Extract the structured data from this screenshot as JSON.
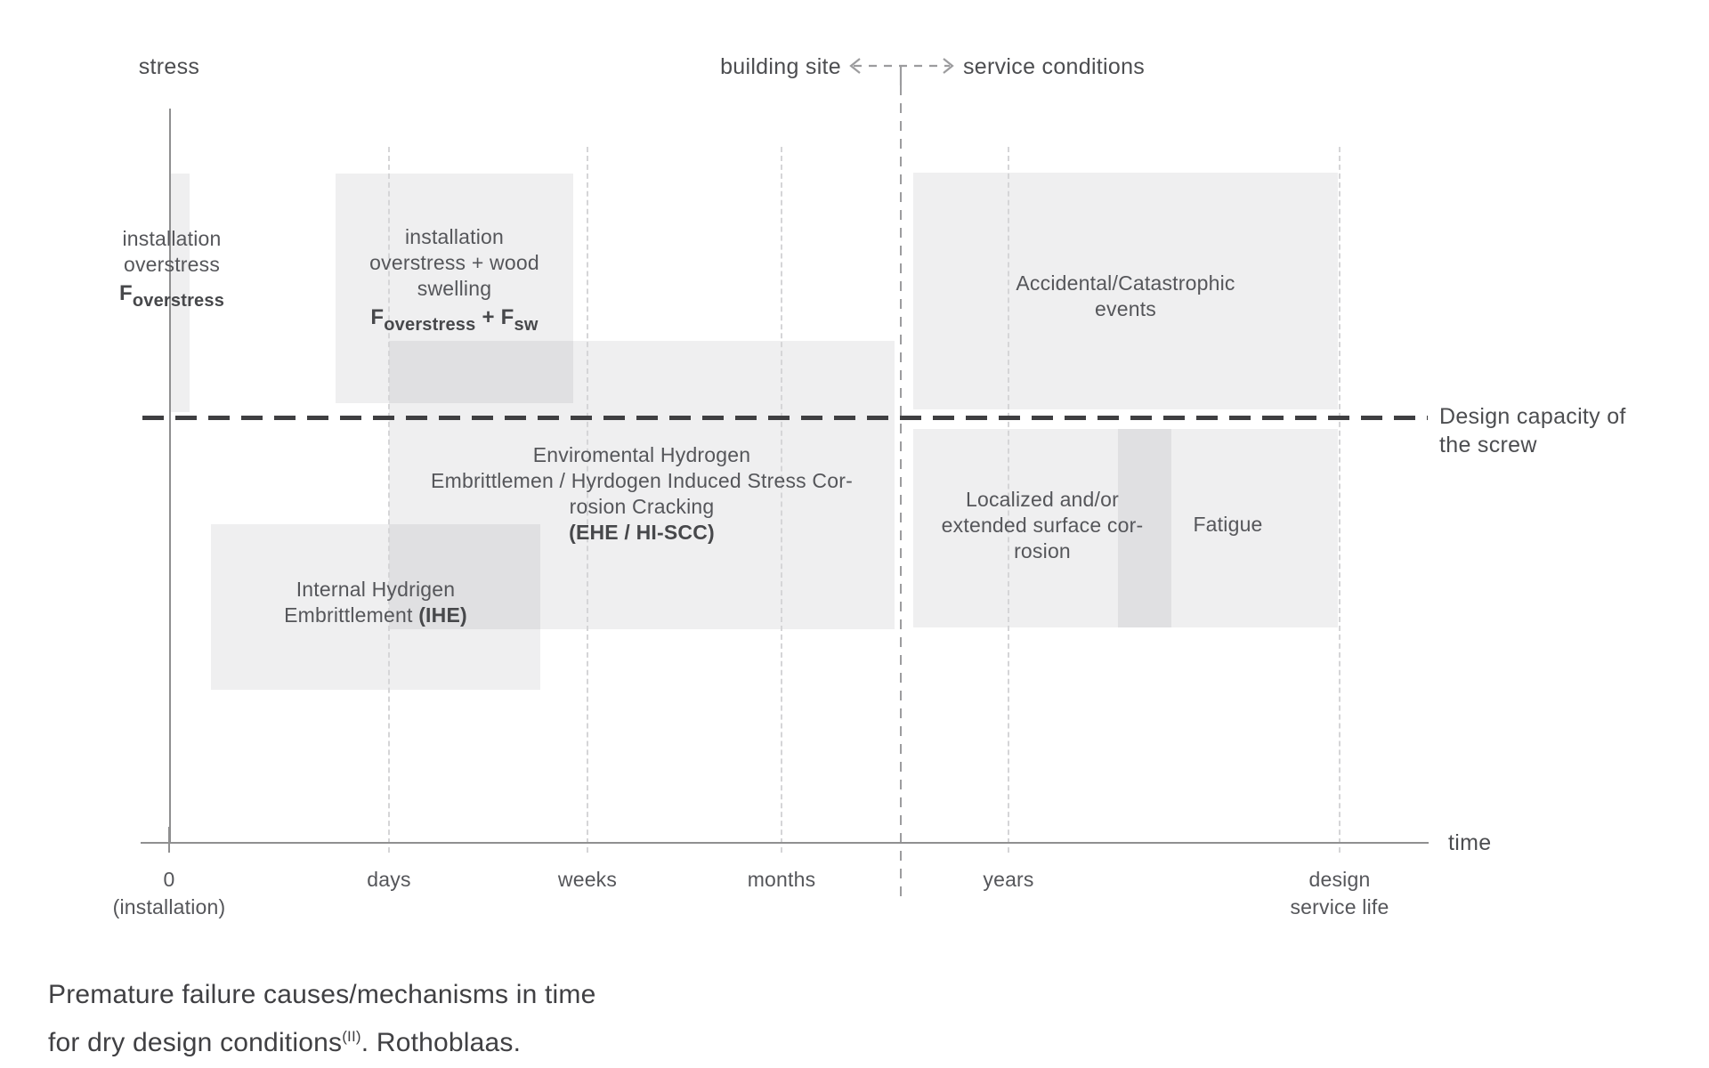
{
  "diagram": {
    "y_axis_label": "stress",
    "x_axis_label": "time",
    "phase_left": "building site",
    "phase_right": "service conditions",
    "capacity_label_line1": "Design capacity of",
    "capacity_label_line2": "the screw"
  },
  "x_ticks": [
    {
      "label": "0",
      "sublabel": "(installation)"
    },
    {
      "label": "days"
    },
    {
      "label": "weeks"
    },
    {
      "label": "months"
    },
    {
      "label": "years"
    },
    {
      "label": "design",
      "sublabel": "service life"
    }
  ],
  "regions": {
    "overstress_bar": {
      "line1": "installation",
      "line2": "overstress",
      "formula_f": "F",
      "formula_sub": "overstress"
    },
    "swelling": {
      "line1": "installation",
      "line2": "overstress + wood",
      "line3": "swelling",
      "formula_f1": "F",
      "formula_sub1": "overstress",
      "formula_plus": "+",
      "formula_f2": "F",
      "formula_sub2": "sw"
    },
    "accidental": {
      "line1": "Accidental/Catastrophic",
      "line2": "events"
    },
    "ehe": {
      "line1": "Enviromental Hydrogen",
      "line2": "Embrittlemen / Hyrdogen Induced Stress Cor-",
      "line3": "rosion Cracking",
      "line4_bold": "(EHE / HI-SCC)"
    },
    "ihe": {
      "line1": "Internal Hydrigen",
      "line2_normal": "Embrittlement",
      "line2_bold": "(IHE)"
    },
    "localized": {
      "line1": "Localized and/or",
      "line2": "extended surface cor-",
      "line3": "rosion"
    },
    "fatigue": {
      "label": "Fatigue"
    }
  },
  "caption": {
    "line1": "Premature failure causes/mechanisms in time",
    "line2_pre": "for dry design conditions",
    "line2_sup": "(II)",
    "line2_post": ". Rothoblaas."
  },
  "colors": {
    "region_fill": "#ececec",
    "text": "#55565a",
    "axis": "#8f8f90",
    "gridline": "#d5d5d7",
    "boundary_dash": "#9c9c9e",
    "capacity_dash": "#3f3f41"
  }
}
